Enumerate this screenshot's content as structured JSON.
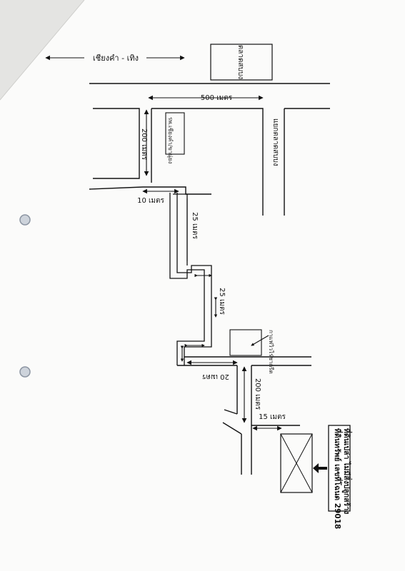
{
  "direction_label": "เชียงคำ - เทิง",
  "places": {
    "market_top": "ตลาดสบบง",
    "junction_market": "แยกตลาดสบบง",
    "school": "รพ.เชียงคำ/ขานุ่ยง",
    "shop": "กาแฟวิวไร่ชากรีต",
    "land_box_line1": "ที่ดินทรัพย์ เลขที่โฉนด 29018",
    "land_box_line2": "ที่ดินเปล่า ไม่มีสิ่งปลูกสร้าง"
  },
  "distances": {
    "d500": "500 เมตร",
    "d200_top": "200 เมตร",
    "d10": "10 เมตร",
    "d25_a": "25 เมตร",
    "d25_b": "25 เมตร",
    "d20": "20 เมตร",
    "d200_bottom": "200 เมตร",
    "d15": "15 เมตร"
  },
  "colors": {
    "ink": "#111111",
    "paper": "#fbfbfa",
    "fold": "#e4e4e2",
    "hole": "#9aa3b0"
  }
}
